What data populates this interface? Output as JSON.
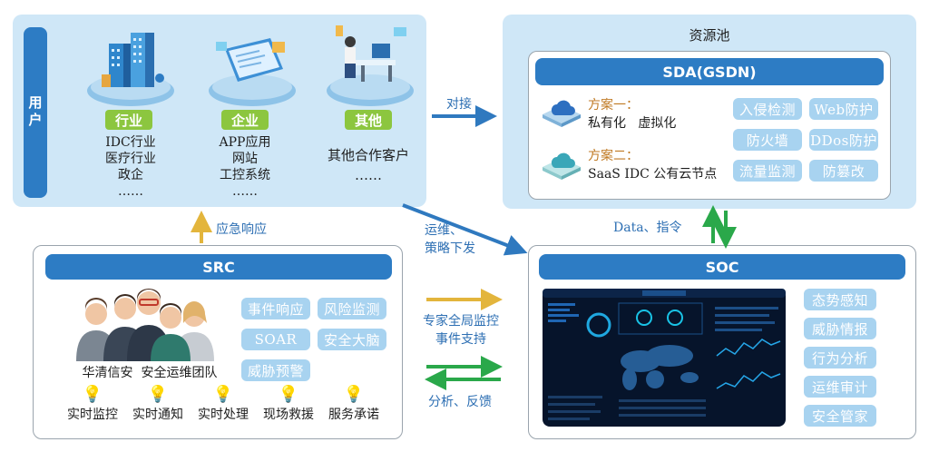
{
  "users": {
    "side_label": "用户",
    "groups": [
      {
        "tag": "行业",
        "lines": [
          "IDC行业",
          "医疗行业",
          "政企",
          "……"
        ]
      },
      {
        "tag": "企业",
        "lines": [
          "APP应用",
          "网站",
          "工控系统",
          "……"
        ]
      },
      {
        "tag": "其他",
        "lines": [
          "其他合作客户",
          "……"
        ]
      }
    ]
  },
  "pool": {
    "title": "资源池",
    "sda_title": "SDA(GSDN)",
    "plans": [
      {
        "name": "方案一：",
        "desc": "私有化   虚拟化"
      },
      {
        "name": "方案二：",
        "desc": "SaaS IDC 公有云节点"
      }
    ],
    "features": [
      "入侵检测",
      "Web防护",
      "防火墙",
      "DDos防护",
      "流量监测",
      "防篡改"
    ]
  },
  "src": {
    "title": "SRC",
    "team_label": "华清信安  安全运维团队",
    "features": [
      "事件响应",
      "风险监测",
      "SOAR",
      "安全大脑",
      "威胁预警"
    ],
    "services": [
      "实时监控",
      "实时通知",
      "实时处理",
      "现场救援",
      "服务承诺"
    ]
  },
  "soc": {
    "title": "SOC",
    "features": [
      "态势感知",
      "威胁情报",
      "行为分析",
      "运维审计",
      "安全管家"
    ]
  },
  "arrows": {
    "dock": "对接",
    "emergency": "应急响应",
    "ops": [
      "运维、",
      "策略下发"
    ],
    "data": "Data、指令",
    "expert": [
      "专家全局监控",
      "事件支持"
    ],
    "analysis": "分析、反馈"
  },
  "colors": {
    "panel": "#cfe7f7",
    "bar_blue": "#2d7cc4",
    "tag_green": "#8cc63f",
    "chip": "#a8d3f0",
    "arrow_blue": "#2f79bf",
    "arrow_gold": "#e3b53c",
    "arrow_green": "#2aa84a"
  }
}
